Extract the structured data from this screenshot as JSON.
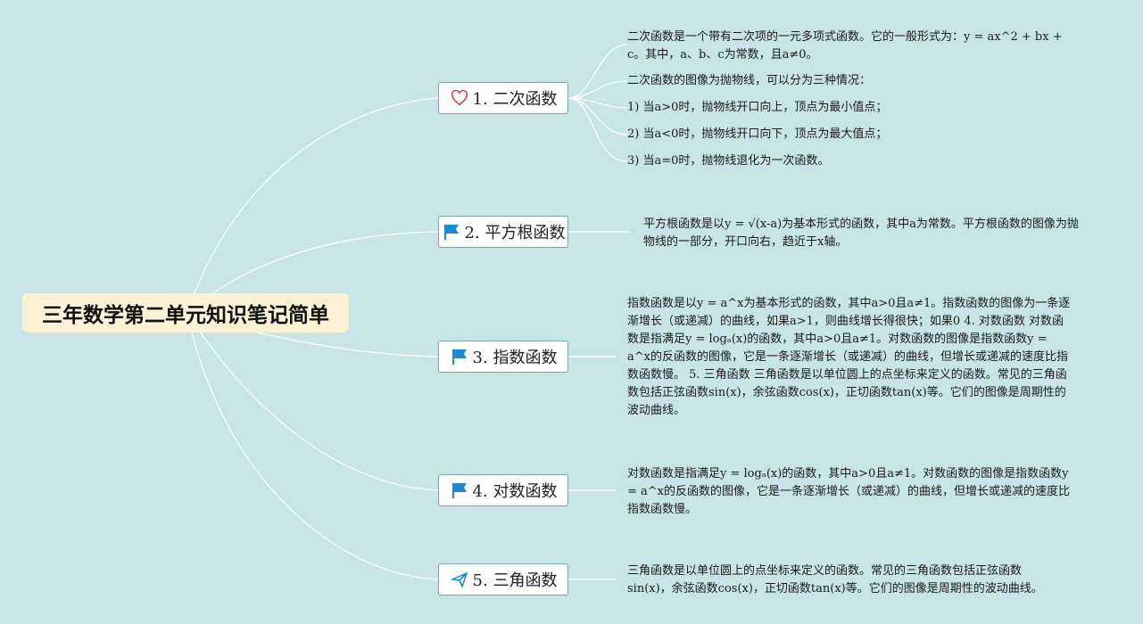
{
  "root": {
    "title": "三年数学第二单元知识笔记简单"
  },
  "branches": [
    {
      "label": "1. 二次函数",
      "icon": "heart-icon",
      "notes": [
        "二次函数是一个带有二次项的一元多项式函数。它的一般形式为：y = ax^2 + bx + c。其中，a、b、c为常数，且a≠0。",
        "二次函数的图像为抛物线，可以分为三种情况：",
        "1) 当a>0时，抛物线开口向上，顶点为最小值点；",
        "2) 当a<0时，抛物线开口向下，顶点为最大值点；",
        "3) 当a=0时，抛物线退化为一次函数。"
      ]
    },
    {
      "label": "2. 平方根函数",
      "icon": "flag-icon",
      "notes": [
        "平方根函数是以y = √(x-a)为基本形式的函数，其中a为常数。平方根函数的图像为抛物线的一部分，开口向右，趋近于x轴。"
      ]
    },
    {
      "label": "3. 指数函数",
      "icon": "flag-icon",
      "notes": [
        "指数函数是以y = a^x为基本形式的函数，其中a>0且a≠1。指数函数的图像为一条逐渐增长（或递减）的曲线，如果a>1，则曲线增长得很快；如果0 4. 对数函数 对数函数是指满足y = logₐ(x)的函数，其中a>0且a≠1。对数函数的图像是指数函数y = a^x的反函数的图像，它是一条逐渐增长（或递减）的曲线，但增长或递减的速度比指数函数慢。 5. 三角函数 三角函数是以单位圆上的点坐标来定义的函数。常见的三角函数包括正弦函数sin(x)，余弦函数cos(x)，正切函数tan(x)等。它们的图像是周期性的波动曲线。"
      ]
    },
    {
      "label": "4. 对数函数",
      "icon": "flag-icon",
      "notes": [
        "对数函数是指满足y = logₐ(x)的函数，其中a>0且a≠1。对数函数的图像是指数函数y = a^x的反函数的图像，它是一条逐渐增长（或递减）的曲线，但增长或递减的速度比指数函数慢。"
      ]
    },
    {
      "label": "5. 三角函数",
      "icon": "send-icon",
      "notes": [
        "三角函数是以单位圆上的点坐标来定义的函数。常见的三角函数包括正弦函数sin(x)，余弦函数cos(x)，正切函数tan(x)等。它们的图像是周期性的波动曲线。"
      ]
    }
  ],
  "colors": {
    "background": "#c8e4e6",
    "root_fill": "#fdf1d6",
    "branch_border": "#7aa9ab",
    "connector": "#ffffff",
    "heart": "#e0463a",
    "flag": "#1e88d8",
    "send": "#1e88d8"
  }
}
